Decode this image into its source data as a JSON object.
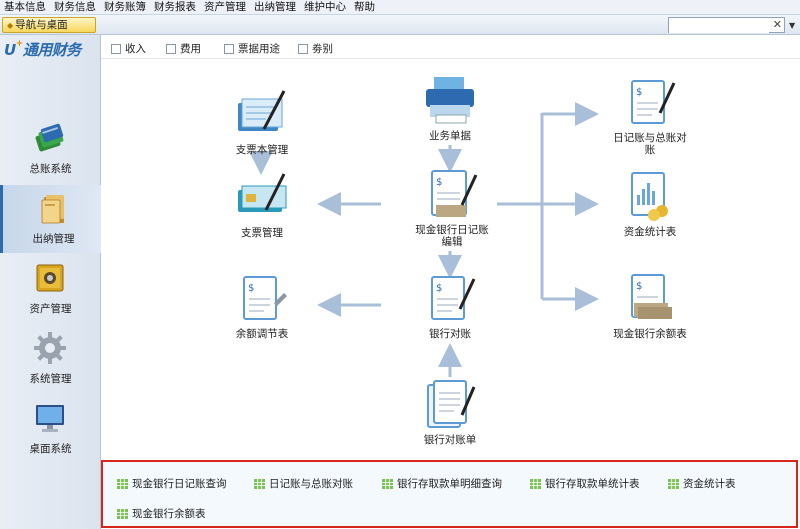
{
  "menu": [
    "基本信息",
    "财务信息",
    "财务账簿",
    "财务报表",
    "资产管理",
    "出纳管理",
    "维护中心",
    "帮助"
  ],
  "nav_tab": "导航与桌面",
  "search": {
    "value": "",
    "clear": "✕"
  },
  "brand": {
    "prefix": "U",
    "sup": "+",
    "name": "通用财务"
  },
  "sidebar": {
    "items": [
      {
        "label": "总账系统",
        "icon": "books-icon"
      },
      {
        "label": "出纳管理",
        "icon": "folder-icon"
      },
      {
        "label": "资产管理",
        "icon": "safe-icon"
      },
      {
        "label": "系统管理",
        "icon": "gear-icon"
      },
      {
        "label": "桌面系统",
        "icon": "monitor-icon"
      }
    ],
    "active": "出纳管理"
  },
  "filters": [
    "收入",
    "费用",
    "票据用途",
    "劵别"
  ],
  "flow": {
    "cheque_book": "支票本管理",
    "cheque": "支票管理",
    "balance_adjust": "余额调节表",
    "business_doc": "业务单据",
    "journal_edit_1": "现金银行日记账",
    "journal_edit_2": "编辑",
    "bank_reconcile": "银行对账",
    "bank_statement": "银行对账单",
    "journal_ledger_1": "日记账与总账对",
    "journal_ledger_2": "账",
    "fund_stats": "资金统计表",
    "cash_balance": "现金银行余额表"
  },
  "quick_links": [
    "现金银行日记账查询",
    "日记账与总账对账",
    "银行存取款单明细查询",
    "银行存取款单统计表",
    "资金统计表",
    "现金银行余额表"
  ],
  "colors": {
    "accent": "#2e6ab0",
    "highlight_border": "#d7261c",
    "arrow": "#a9bfd9"
  }
}
